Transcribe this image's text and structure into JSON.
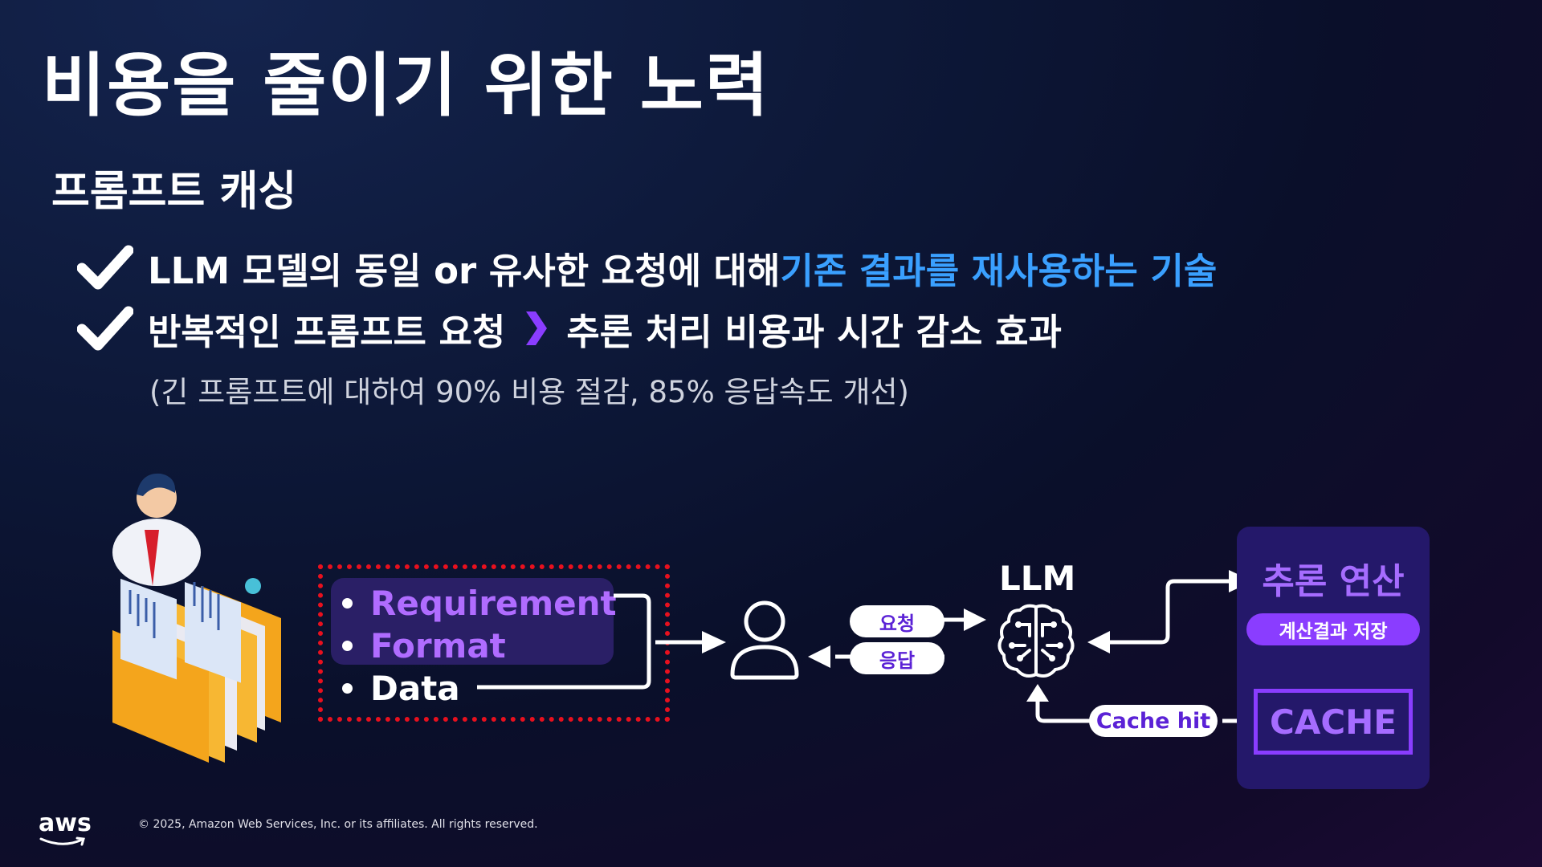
{
  "slide": {
    "title": "비용을 줄이기 위한 노력",
    "subtitle": "프롬프트 캐싱",
    "bullet1": {
      "prefix": "LLM 모델의 동일 or 유사한 요청에 대해 ",
      "highlight": "기존 결과를 재사용하는 기술"
    },
    "bullet2": {
      "left": "반복적인 프롬프트 요청",
      "right": "추론 처리 비용과 시간 감소 효과"
    },
    "note": "(긴 프롬프트에 대하여 90% 비용 절감,  85% 응답속도 개선)"
  },
  "diagram": {
    "list": [
      "Requirement",
      "Format",
      "Data"
    ],
    "request_label": "요청",
    "response_label": "응답",
    "llm_label": "LLM",
    "compute_title": "추론 연산",
    "save_label": "계산결과 저장",
    "cache_label": "CACHE",
    "cache_hit_label": "Cache hit"
  },
  "colors": {
    "accent": "#3aa0ff",
    "purple": "#a66cff",
    "panel": "#24186a",
    "dotted_border": "#e8101e"
  },
  "icons": [
    "check-icon",
    "chevron-right-icon",
    "person-icon",
    "brain-icon",
    "folders-illustration",
    "aws-logo"
  ],
  "footer": {
    "logo": "aws",
    "copyright": "© 2025, Amazon Web Services, Inc. or its affiliates. All rights reserved."
  }
}
